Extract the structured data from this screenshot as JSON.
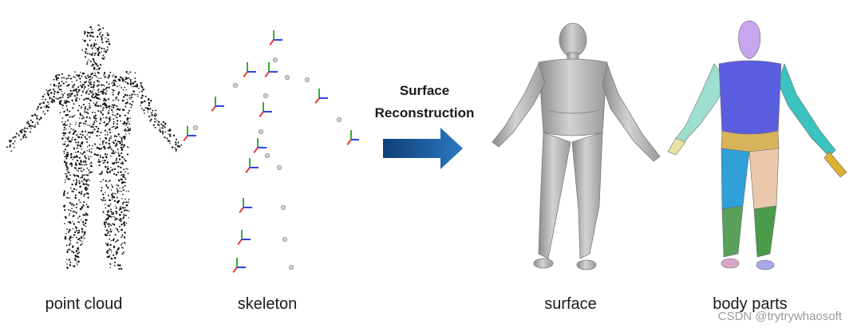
{
  "labels": {
    "point_cloud": "point cloud",
    "skeleton": "skeleton",
    "surface": "surface",
    "body_parts": "body parts"
  },
  "arrow": {
    "line1": "Surface",
    "line2": "Reconstruction",
    "color": "#1f5fa0"
  },
  "watermark": "CSDN @trytrywhaosoft",
  "colors": {
    "points": "#111111",
    "joint": "#cfcfcf",
    "axis_x": "#e23a3a",
    "axis_y": "#2fb12f",
    "axis_z": "#2a46e0",
    "surface": "#b9b9b9",
    "part_head": "#c7a6f0",
    "part_torso": "#5b5de0",
    "part_belt": "#d9b35a",
    "part_leg_left": "#2fa0d8",
    "part_leg_right": "#e9c9a9",
    "part_shin_left": "#5aa05a",
    "part_shin_right": "#4a9a4a",
    "part_arm_left": "#9ee0d0",
    "part_arm_right": "#3ac3c0",
    "part_hand_left": "#e8e2a0",
    "part_hand_right": "#e0b030"
  }
}
